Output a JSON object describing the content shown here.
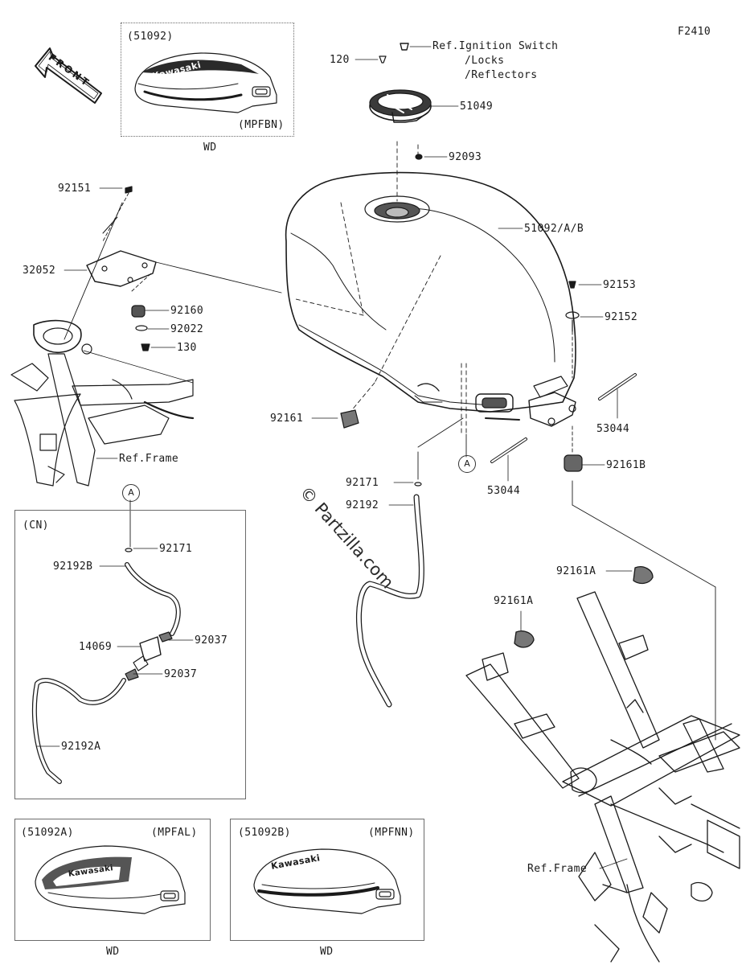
{
  "figure_code": "F2410",
  "front_arrow": {
    "label": "FRONT",
    "icon": "front-direction-arrow-icon"
  },
  "watermark": "© Partzilla.com",
  "callout_marker": "A",
  "insets": {
    "top": {
      "part": "(51092)",
      "code": "(MPFBN)",
      "region": "WD",
      "brand": "Kawasaki"
    },
    "cn": {
      "region": "(CN)"
    },
    "bottom_left": {
      "part": "(51092A)",
      "code": "(MPFAL)",
      "region": "WD",
      "brand": "Kawasaki"
    },
    "bottom_right": {
      "part": "(51092B)",
      "code": "(MPFNN)",
      "region": "WD",
      "brand": "Kawasaki"
    }
  },
  "labels": {
    "ref_ignition": "Ref.Ignition Switch",
    "ref_locks": "/Locks",
    "ref_reflectors": "/Reflectors",
    "p120": "120",
    "p51049": "51049",
    "p92093": "92093",
    "p51092ab": "51092/A/B",
    "p92151": "92151",
    "p32052": "32052",
    "p92160": "92160",
    "p92022": "92022",
    "p130": "130",
    "ref_frame_left": "Ref.Frame",
    "p92153": "92153",
    "p92152": "92152",
    "p53044_right": "53044",
    "p92161": "92161",
    "p92161b": "92161B",
    "p92171": "92171",
    "p92192": "92192",
    "p53044_mid": "53044",
    "p92161a_top": "92161A",
    "p92161a_mid": "92161A",
    "ref_frame_right": "Ref.Frame",
    "cn_92171": "92171",
    "cn_92192b": "92192B",
    "cn_14069": "14069",
    "cn_92037_top": "92037",
    "cn_92037_bot": "92037",
    "cn_92192a": "92192A"
  }
}
